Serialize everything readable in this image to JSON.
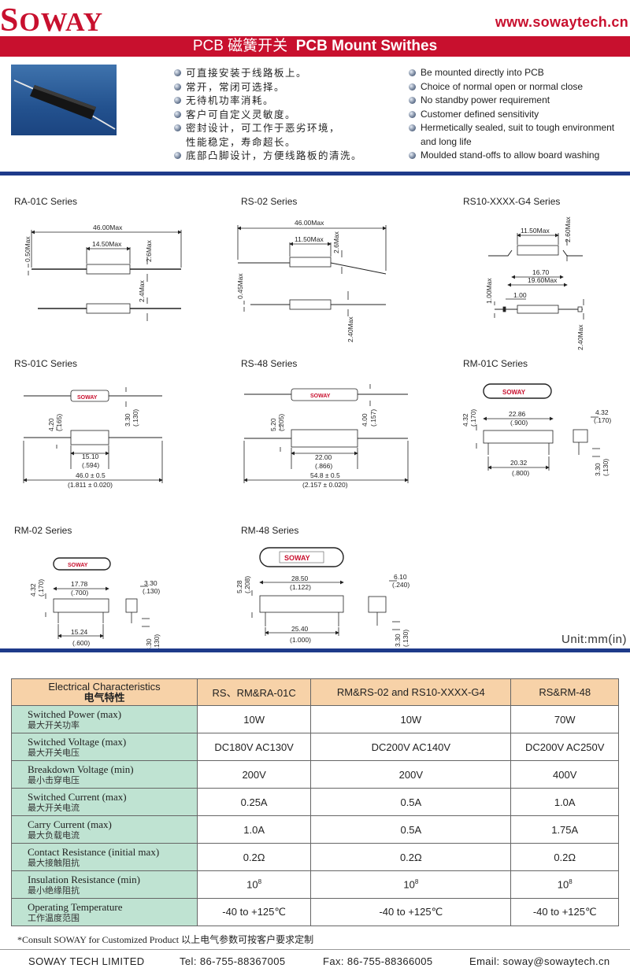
{
  "header": {
    "logo_s": "S",
    "logo_rest": "OWAY",
    "website": "www.sowaytech.cn",
    "title_zh": "PCB 磁簧开关",
    "title_en": "PCB Mount Swithes"
  },
  "features_zh": [
    "可直接安装于线路板上。",
    "常开，常闭可选择。",
    "无待机功率消耗。",
    "客户可自定义灵敏度。",
    "密封设计，可工作于恶劣环境，",
    "性能稳定，寿命超长。",
    "底部凸脚设计，方便线路板的清洗。"
  ],
  "features_en": [
    "Be mounted directly into PCB",
    "Choice of normal open or normal close",
    "No standby power requirement",
    "Customer defined sensitivity",
    "Hermetically sealed, suit to tough environment",
    "and long life",
    "Moulded stand-offs to allow board washing"
  ],
  "series": {
    "ra01c": "RA-01C Series",
    "rs02": "RS-02 Series",
    "rs10": "RS10-XXXX-G4 Series",
    "rs01c": "RS-01C Series",
    "rs48": "RS-48 Series",
    "rm01c": "RM-01C Series",
    "rm02": "RM-02 Series",
    "rm48": "RM-48 Series"
  },
  "dims": {
    "d46max": "46.00Max",
    "d1450max": "14.50Max",
    "d26max": "2.6Max",
    "d050max": "0.50Max",
    "d24max": "2.4Max",
    "d1150max": "11.50Max",
    "d045max": "0.45Max",
    "d240max": "2.40Max",
    "d260max": "2.60Max",
    "d1670": "16.70",
    "d1960max": "19.60Max",
    "d100max": "1.00Max",
    "d100": "1.00",
    "d420": "4.20",
    "d165": "(.165)",
    "d330": "3.30",
    "d130": "(.130)",
    "d1510": "15.10",
    "d594": "(.594)",
    "d46tol": "46.0 ± 0.5",
    "d1811": "(1.811 ± 0.020)",
    "d520": "5.20",
    "d205": "(.205)",
    "d400": "4.00",
    "d157": "(.157)",
    "d2200": "22.00",
    "d866": "(.866)",
    "d548tol": "54.8 ± 0.5",
    "d2157": "(2.157 ± 0.020)",
    "d432": "4.32",
    "d170": "(.170)",
    "d2286": "22.86",
    "d900": "(.900)",
    "d2032": "20.32",
    "d800": "(.800)",
    "d1778": "17.78",
    "d700": "(.700)",
    "d1524": "15.24",
    "d600": "(.600)",
    "d528": "5.28",
    "d208": "(.208)",
    "d2850": "28.50",
    "d1122": "(1.122)",
    "d610": "6.10",
    "d240": "(.240)",
    "d2540": "25.40",
    "d1000": "(1.000)",
    "logo_small": "SOWAY"
  },
  "unit_label": "Unit:mm(in)",
  "table": {
    "header_en": "Electrical Characteristics",
    "header_zh": "电气特性",
    "col1": "RS、RM&RA-01C",
    "col2": "RM&RS-02 and RS10-XXXX-G4",
    "col3": "RS&RM-48",
    "rows": [
      {
        "en": "Switched Power (max)",
        "zh": "最大开关功率",
        "c1": "10W",
        "c2": "10W",
        "c3": "70W"
      },
      {
        "en": "Switched Voltage (max)",
        "zh": "最大开关电压",
        "c1": "DC180V  AC130V",
        "c2": "DC200V  AC140V",
        "c3": "DC200V  AC250V"
      },
      {
        "en": "Breakdown Voltage (min)",
        "zh": "最小击穿电压",
        "c1": "200V",
        "c2": "200V",
        "c3": "400V"
      },
      {
        "en": "Switched Current (max)",
        "zh": "最大开关电流",
        "c1": "0.25A",
        "c2": "0.5A",
        "c3": "1.0A"
      },
      {
        "en": "Carry Current (max)",
        "zh": "最大负载电流",
        "c1": "1.0A",
        "c2": "0.5A",
        "c3": "1.75A"
      },
      {
        "en": "Contact Resistance (initial max)",
        "zh": "最大接触阻抗",
        "c1": "0.2Ω",
        "c2": "0.2Ω",
        "c3": "0.2Ω"
      },
      {
        "en": "Insulation Resistance (min)",
        "zh": "最小绝缘阻抗",
        "c1": "10",
        "c2": "10",
        "c3": "10",
        "exp": "8"
      },
      {
        "en": "Operating Temperature",
        "zh": "工作温度范围",
        "c1": "-40 to +125℃",
        "c2": "-40 to +125℃",
        "c3": "-40 to +125℃"
      }
    ]
  },
  "note": "*Consult SOWAY for Customized Product 以上电气参数可按客户要求定制",
  "footer": {
    "company": "SOWAY TECH LIMITED",
    "tel": "Tel: 86-755-88367005",
    "fax": "Fax: 86-755-88366005",
    "email": "Email: soway@sowaytech.cn"
  },
  "colors": {
    "brand_red": "#c8102e",
    "navy": "#1e3a8a",
    "table_header": "#f7d2a8",
    "table_label": "#bfe3d2"
  }
}
